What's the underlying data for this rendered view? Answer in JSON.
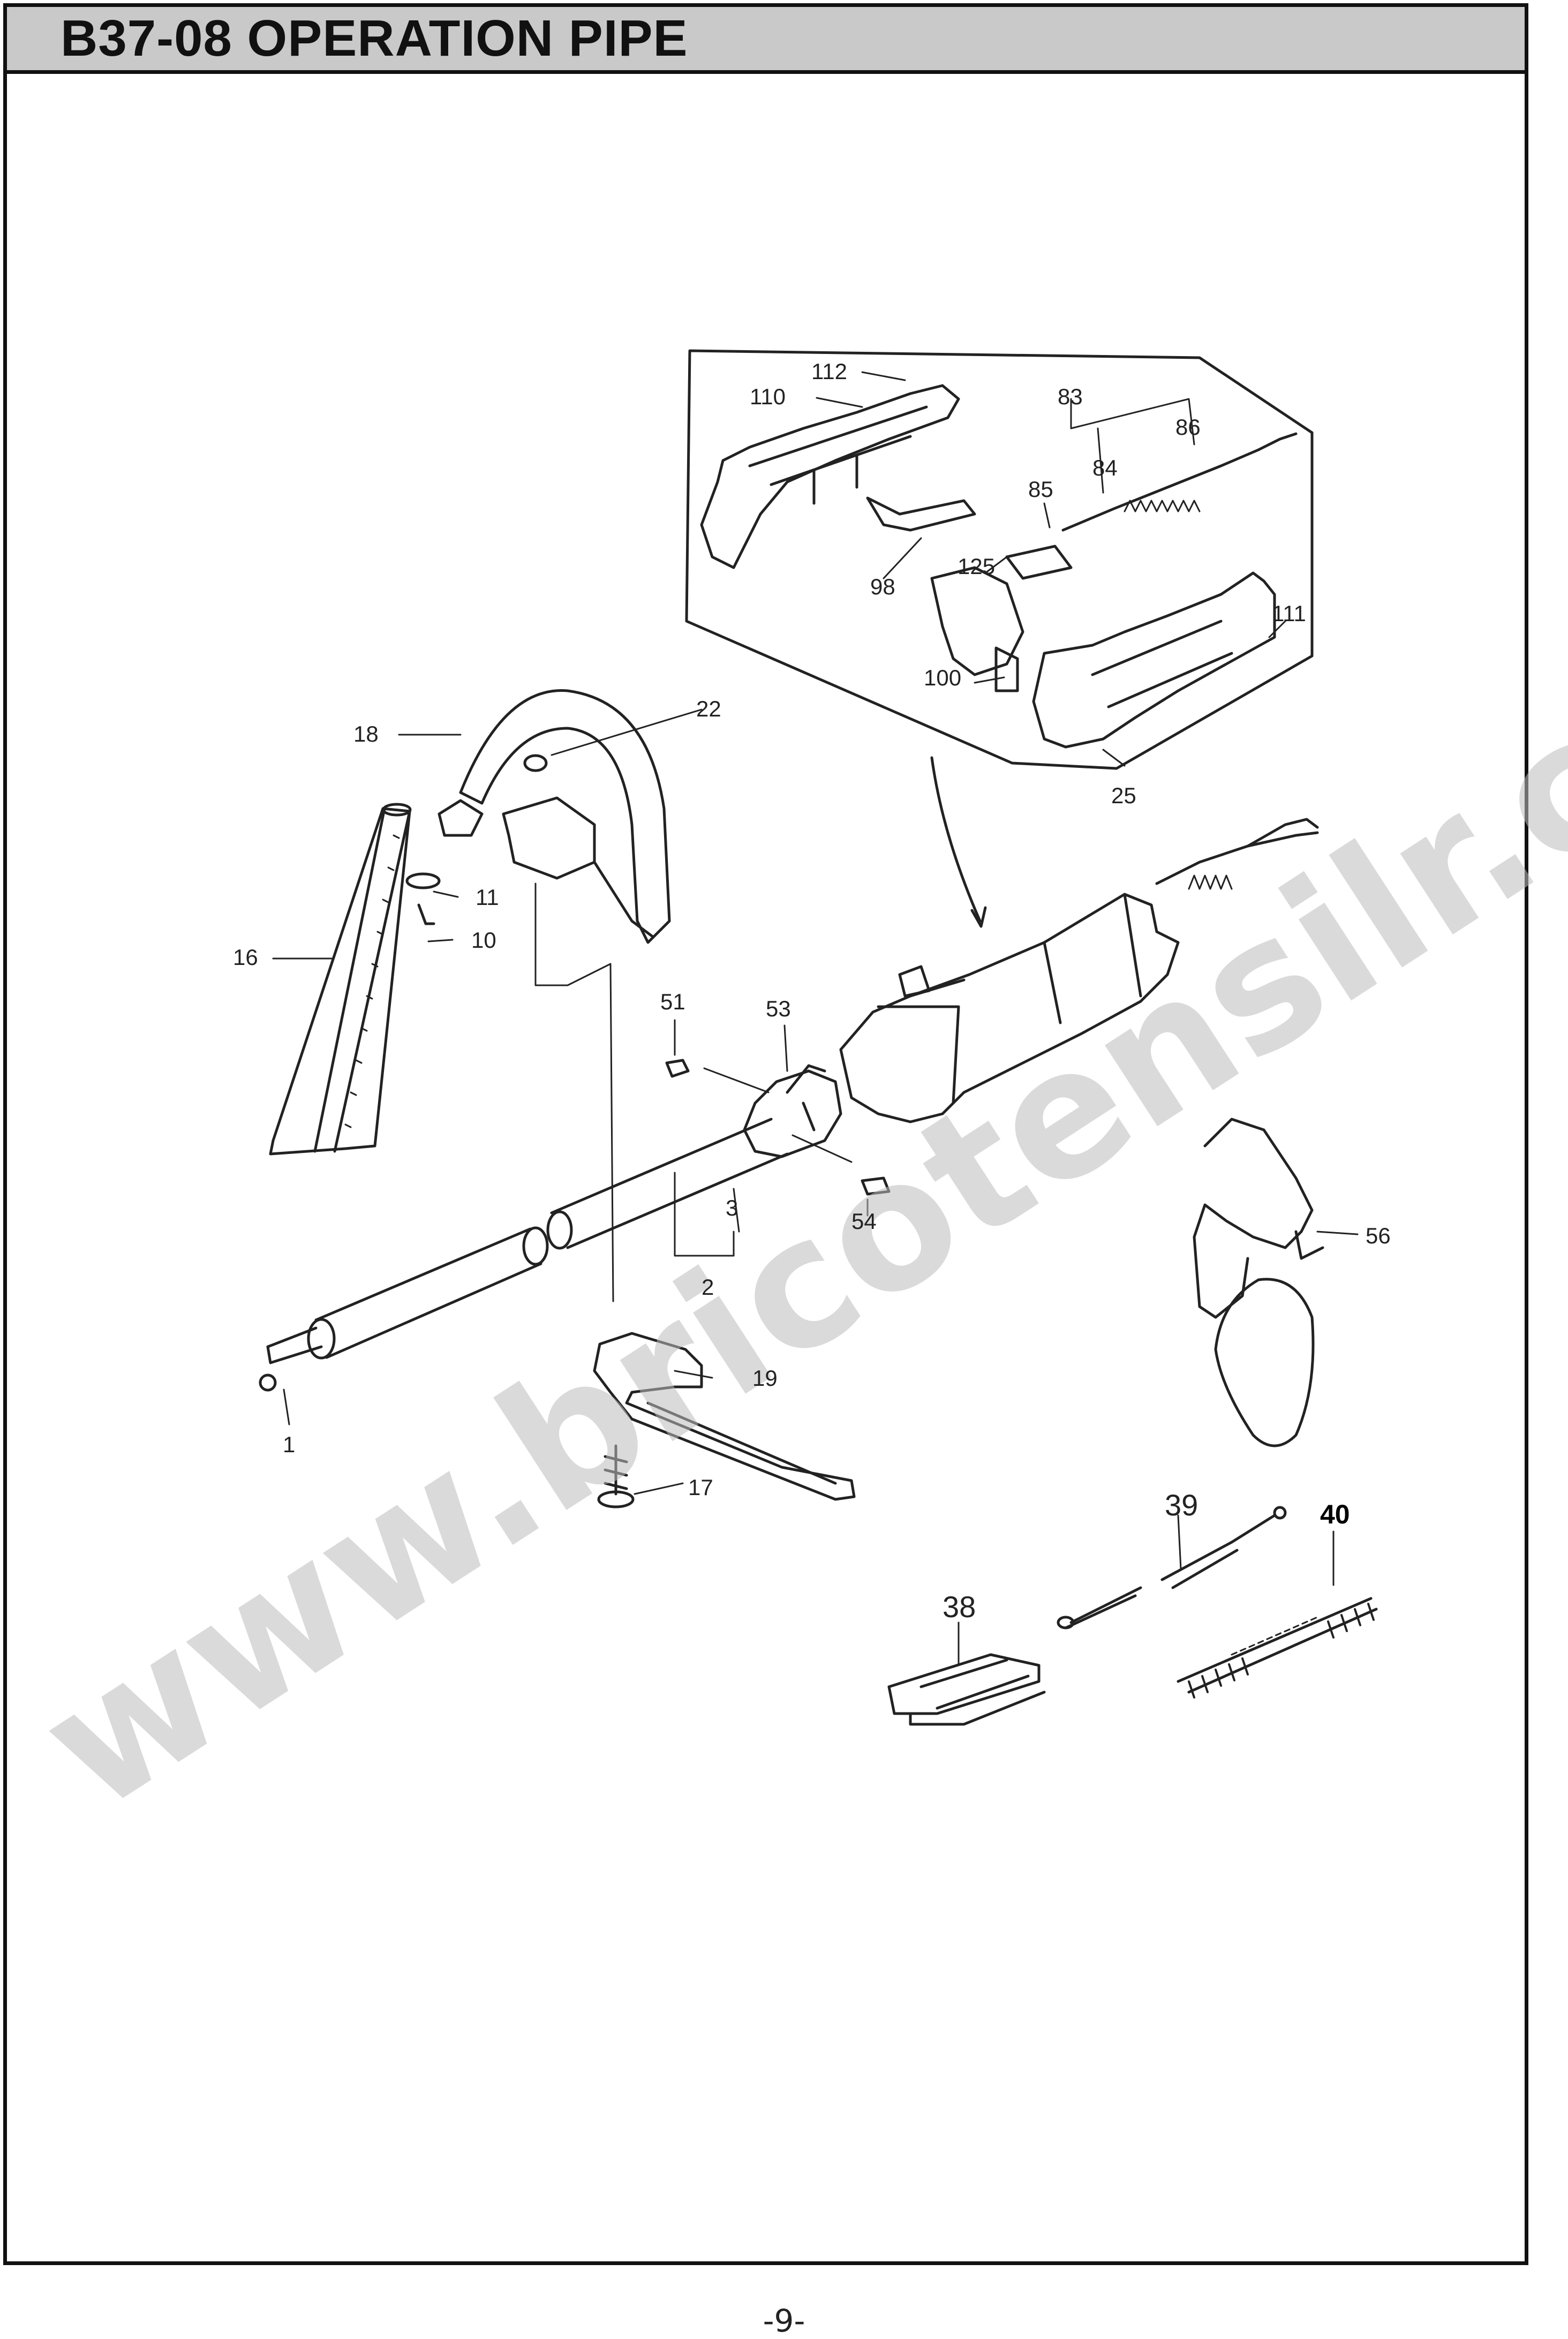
{
  "page": {
    "title": "B37-08 OPERATION PIPE",
    "page_number": "-9-"
  },
  "watermark": "www.bricotensilr.com",
  "parts": {
    "p1": "1",
    "p2": "2",
    "p3": "3",
    "p10": "10",
    "p11": "11",
    "p16": "16",
    "p17": "17",
    "p18": "18",
    "p19": "19",
    "p22": "22",
    "p25": "25",
    "p38": "38",
    "p39": "39",
    "p40": "40",
    "p51": "51",
    "p53": "53",
    "p54": "54",
    "p56": "56",
    "p83": "83",
    "p84": "84",
    "p85": "85",
    "p86": "86",
    "p98": "98",
    "p100": "100",
    "p110": "110",
    "p111": "111",
    "p112": "112",
    "p125": "125"
  },
  "colors": {
    "header_bg": "#c9c9c9",
    "line": "#222222",
    "watermark": "#bdbdbd"
  }
}
